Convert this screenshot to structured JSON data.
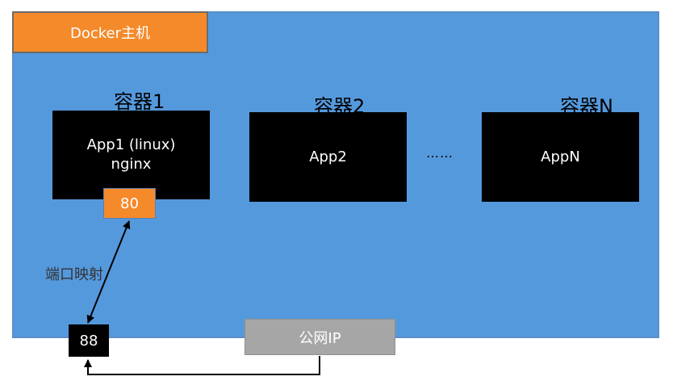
{
  "colors": {
    "host_fill": "#5599dd",
    "host_label_fill": "#f58a2a",
    "container_fill": "#000000",
    "port_container_fill": "#f58a2a",
    "port_host_fill": "#000000",
    "public_ip_fill": "#a6a6a6",
    "line": "#000000"
  },
  "host": {
    "label": "Docker主机"
  },
  "containers": [
    {
      "name": "容器1",
      "lines": [
        "App1  (linux)",
        "nginx"
      ]
    },
    {
      "name": "容器2",
      "lines": [
        "App2"
      ]
    },
    {
      "name": "容器N",
      "lines": [
        "AppN"
      ]
    }
  ],
  "ellipsis": "……",
  "container_port": "80",
  "host_port": "88",
  "port_mapping_label": "端口映射",
  "public_ip_label": "公网IP"
}
